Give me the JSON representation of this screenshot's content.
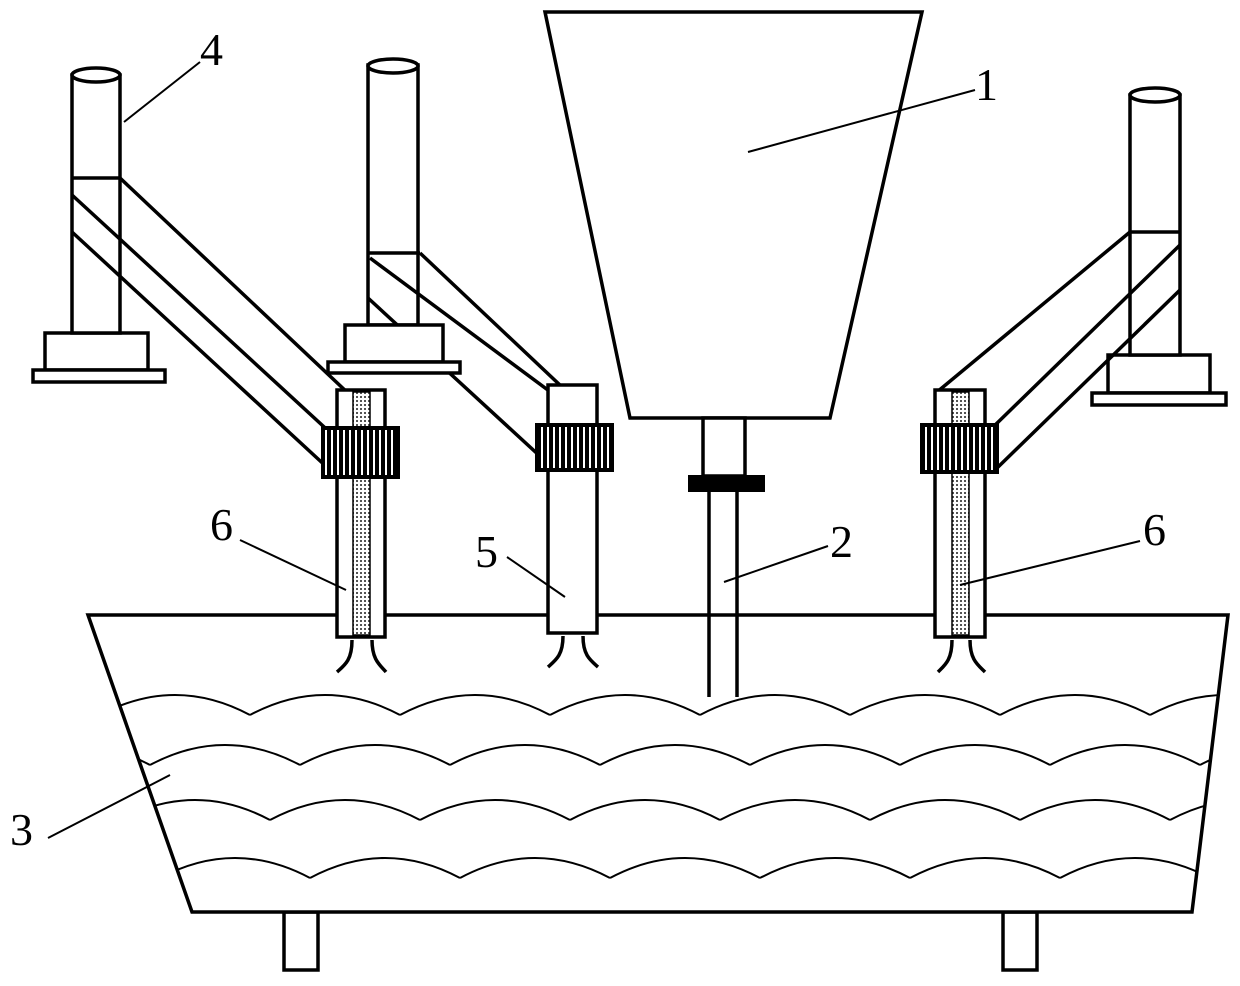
{
  "labels": {
    "hopper": "1",
    "feed_pipe": "2",
    "tank": "3",
    "stand": "4",
    "electrode_middle": "5",
    "electrode_left": "6",
    "electrode_right": "6"
  },
  "colors": {
    "line": "#000000",
    "background": "#ffffff",
    "stipple": "#9a9a9a"
  }
}
